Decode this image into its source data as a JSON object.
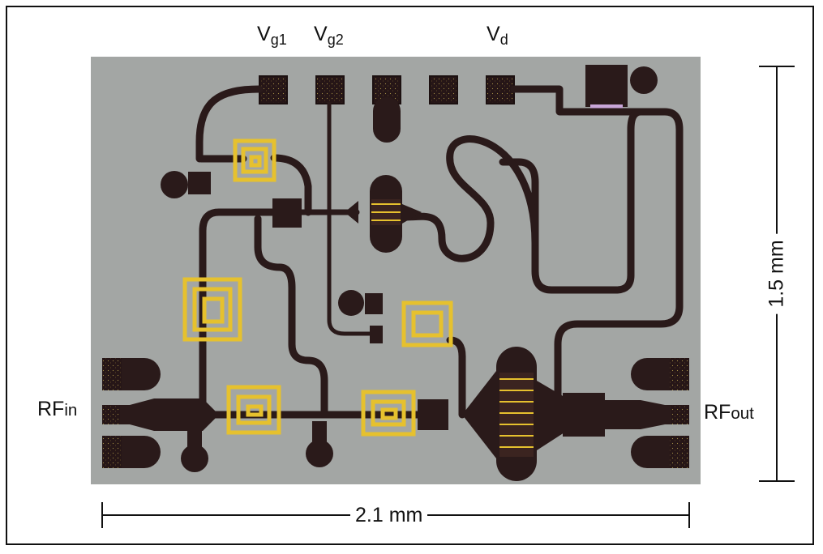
{
  "labels": {
    "vg1_main": "V",
    "vg1_sub": "g1",
    "vg2_main": "V",
    "vg2_sub": "g2",
    "vd_main": "V",
    "vd_sub": "d",
    "rfin_main": "RF",
    "rfin_sub": "in",
    "rfout_main": "RF",
    "rfout_sub": "out"
  },
  "scale": {
    "width_label": "2.1 mm",
    "height_label": "1.5 mm"
  },
  "colors": {
    "substrate": "#a3a6a4",
    "metal_dark": "#2a1a1a",
    "gold": "#e6c12e",
    "pad_yellow": "#b8a240",
    "frame": "#111111"
  }
}
